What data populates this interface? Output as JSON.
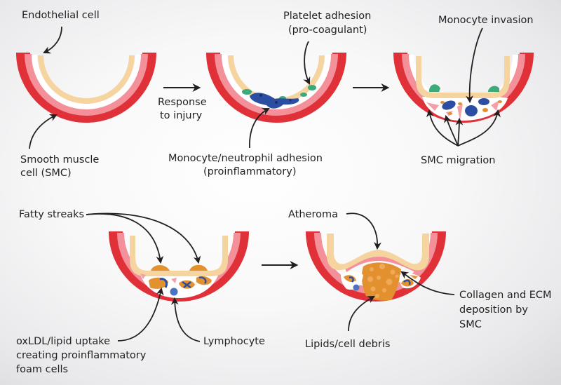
{
  "title": "Atherosclerosis progression: response-to-injury model",
  "colors": {
    "adventitia": "#e03038",
    "media": "#f39099",
    "lumen_gap": "#ffffff",
    "endothelium": "#f6d4a0",
    "monocyte": "#2b4ea2",
    "platelet": "#3daa7a",
    "lipid": "#e2912e",
    "lipid_light": "#f0a95a",
    "smc": "#f4a0a6",
    "text": "#231f20"
  },
  "panels": [
    {
      "id": "normal",
      "labels": {
        "endothelial": "Endothelial cell",
        "smc_line1": "Smooth muscle",
        "smc_line2": "cell (SMC)"
      }
    },
    {
      "id": "adhesion",
      "labels": {
        "platelet_line1": "Platelet adhesion",
        "platelet_line2": "(pro-coagulant)",
        "monocyte_line1": "Monocyte/neutrophil adhesion",
        "monocyte_line2": "(proinflammatory)"
      }
    },
    {
      "id": "invasion",
      "labels": {
        "monocyte_invasion": "Monocyte invasion",
        "smc_migration": "SMC migration"
      }
    },
    {
      "id": "fatty-streak",
      "labels": {
        "fatty_streaks": "Fatty streaks",
        "oxldl_line1": "oxLDL/lipid uptake",
        "oxldl_line2": "creating proinflammatory",
        "oxldl_line3": "foam cells",
        "lymphocyte": "Lymphocyte"
      }
    },
    {
      "id": "atheroma",
      "labels": {
        "atheroma": "Atheroma",
        "collagen_line1": "Collagen and ECM",
        "collagen_line2": "deposition by",
        "collagen_line3": "SMC",
        "lipids": "Lipids/cell debris"
      }
    }
  ],
  "transitions": {
    "step1_line1": "Response",
    "step1_line2": "to injury"
  }
}
